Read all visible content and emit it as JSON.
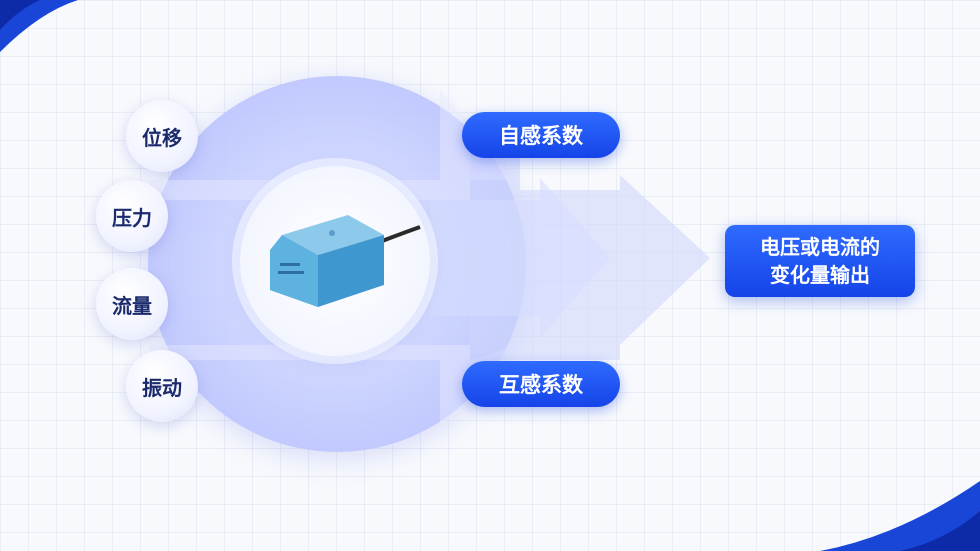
{
  "inputs": {
    "displacement": "位移",
    "pressure": "压力",
    "flow": "流量",
    "vibration": "振动"
  },
  "coefficients": {
    "self_inductance": "自感系数",
    "mutual_inductance": "互感系数"
  },
  "output": {
    "line1": "电压或电流的",
    "line2": "变化量输出"
  },
  "colors": {
    "accent": "#1f56f2",
    "circle": "#c4cbfb",
    "arrow": "#d6dcfb"
  },
  "icons": {
    "sensor": "inductive-proximity-sensor"
  }
}
